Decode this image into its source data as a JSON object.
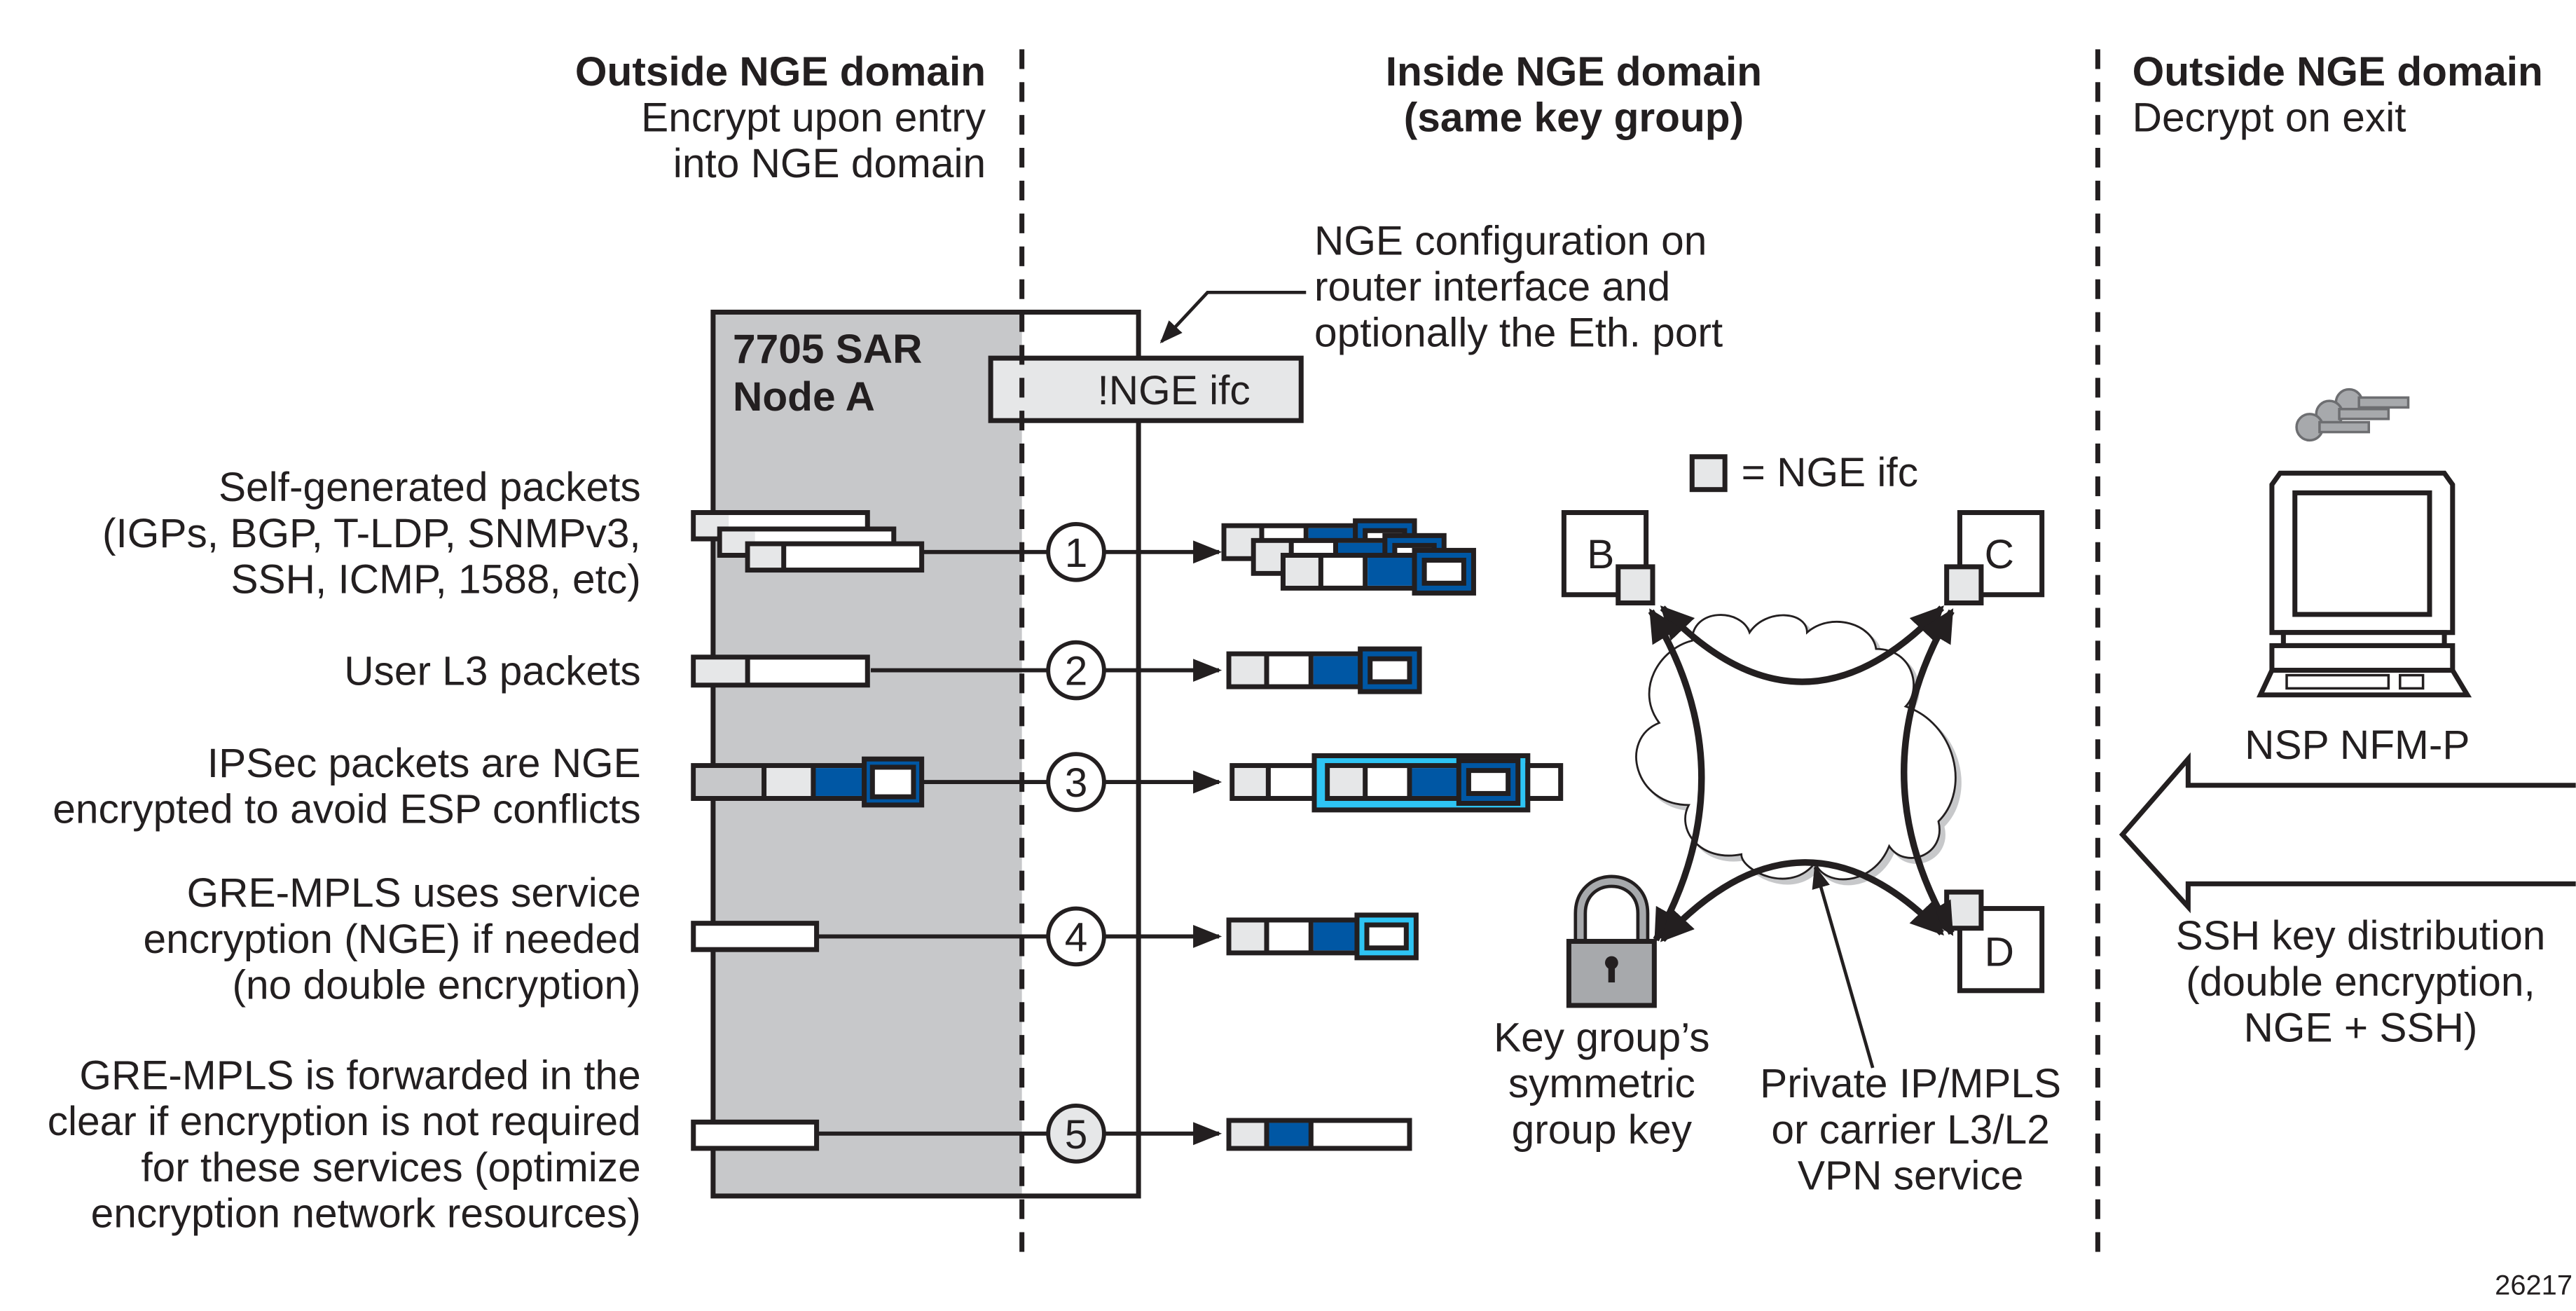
{
  "headers": {
    "left": {
      "title": "Outside NGE domain",
      "lines": [
        "Encrypt upon entry",
        "into NGE domain"
      ]
    },
    "center": {
      "lines": [
        "Inside NGE domain",
        "(same key group)"
      ]
    },
    "right": {
      "title": "Outside NGE domain",
      "lines": [
        "Decrypt on exit"
      ]
    }
  },
  "node_a": {
    "lines": [
      "7705 SAR",
      "Node A"
    ],
    "nge_ifc_label": "!NGE ifc"
  },
  "callout": {
    "lines": [
      "NGE configuration on",
      "router interface and",
      "optionally the Eth. port"
    ]
  },
  "flows": [
    {
      "number": "1",
      "lines": [
        "Self-generated packets",
        "(IGPs, BGP, T-LDP, SNMPv3,",
        "SSH, ICMP, 1588, etc)"
      ]
    },
    {
      "number": "2",
      "lines": [
        "User L3 packets"
      ]
    },
    {
      "number": "3",
      "lines": [
        "IPSec packets are NGE",
        "encrypted to avoid ESP conflicts"
      ]
    },
    {
      "number": "4",
      "lines": [
        "GRE-MPLS uses service",
        "encryption (NGE) if needed",
        "(no double encryption)"
      ]
    },
    {
      "number": "5",
      "lines": [
        "GRE-MPLS is forwarded in the",
        "clear if encryption is not required",
        "for these services (optimize",
        "encryption network resources)"
      ]
    }
  ],
  "legend": {
    "label": "= NGE ifc"
  },
  "nodes": [
    "B",
    "C",
    "D"
  ],
  "key_group": {
    "lines": [
      "Key group’s",
      "symmetric",
      "group key"
    ]
  },
  "network": {
    "lines": [
      "Private IP/MPLS",
      "or carrier L3/L2",
      "VPN service"
    ]
  },
  "nms": {
    "label": "NSP NFM-P"
  },
  "ssh": {
    "lines": [
      "SSH key distribution",
      "(double encryption,",
      "NGE + SSH)"
    ]
  },
  "figure_id": "26217",
  "colors": {
    "node_gray": "#c7c8ca",
    "ifc_gray": "#e6e7e8",
    "encrypted_blue": "#0057a4",
    "ipsec_cyan": "#2ec4f3",
    "outline": "#231f20"
  },
  "icons": [
    "lock-icon",
    "keys-icon",
    "computer-icon",
    "cloud-icon"
  ]
}
